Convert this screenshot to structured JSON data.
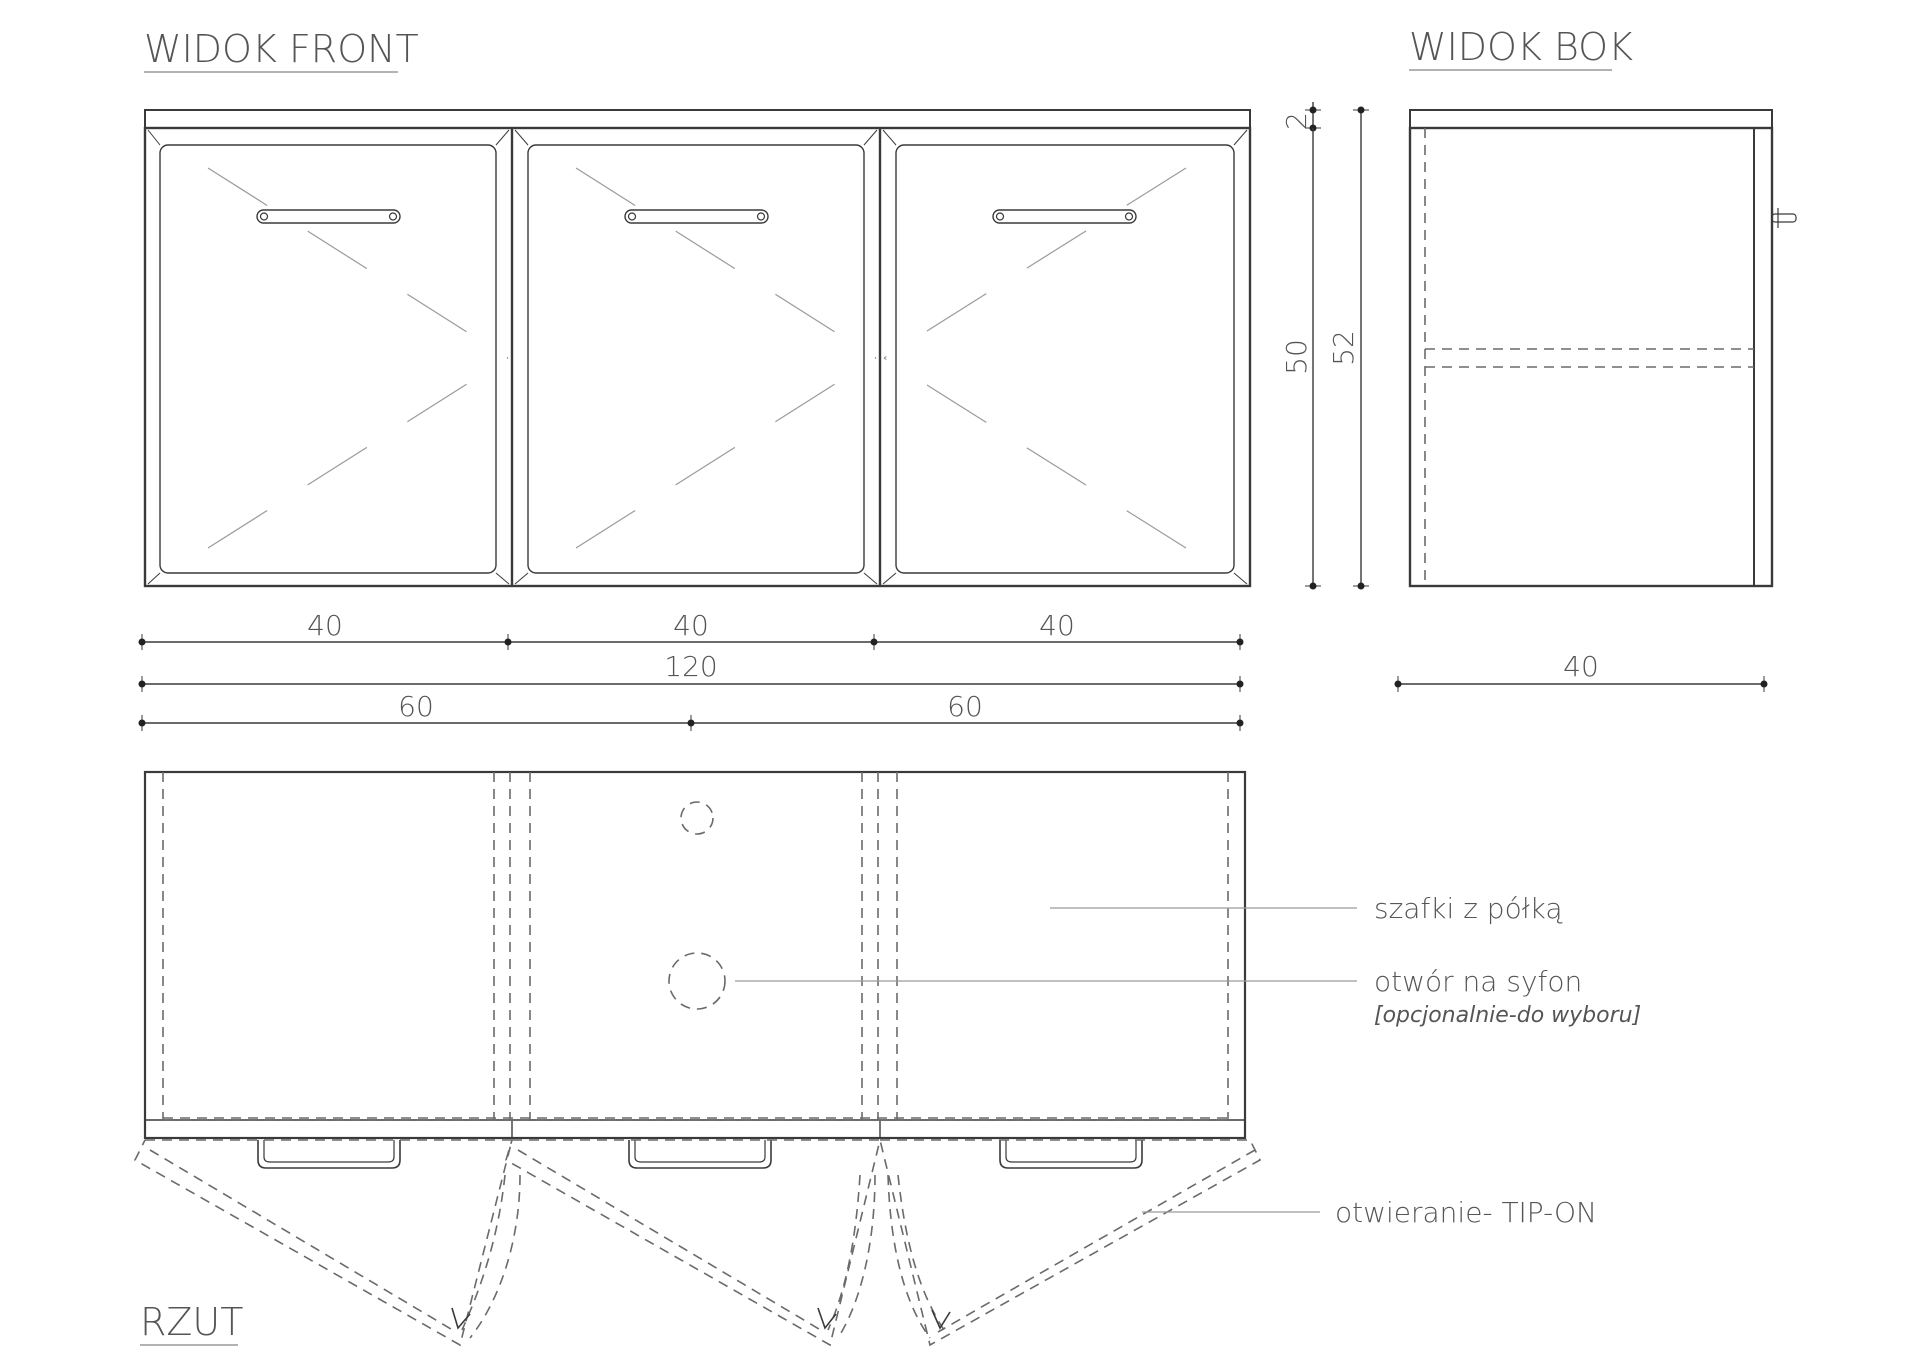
{
  "views": {
    "front_title": "WIDOK FRONT",
    "side_title": "WIDOK BOK",
    "plan_title": "RZUT"
  },
  "dimensions": {
    "door_1": "40",
    "door_2": "40",
    "door_3": "40",
    "total_width": "120",
    "half_left": "60",
    "half_right": "60",
    "top_thickness": "2",
    "body_height": "50",
    "total_height": "52",
    "side_depth": "40"
  },
  "callouts": {
    "shelf": "szafki z półką",
    "siphon": "otwór na syfon",
    "siphon_note": "[opcjonalnie-do wyboru]",
    "opening": "otwieranie- TIP-ON"
  }
}
